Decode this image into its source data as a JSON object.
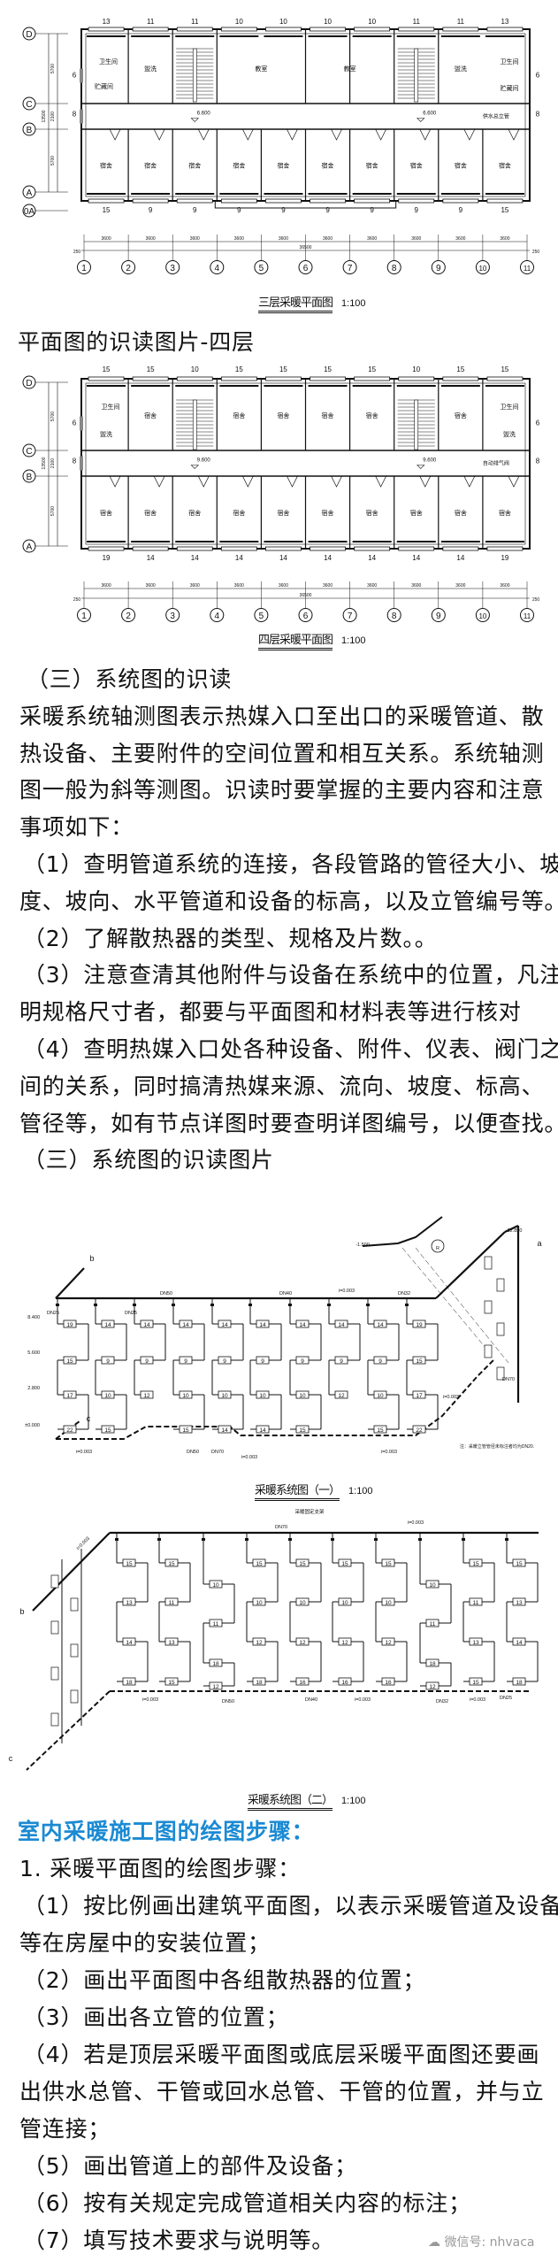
{
  "plan3": {
    "caption": "三层采暖平面图",
    "scale": "1:100",
    "top_radiators": [
      "13",
      "11",
      "11",
      "10",
      "10",
      "10",
      "10",
      "11",
      "11",
      "13"
    ],
    "bottom_radiators": [
      "15",
      "9",
      "9",
      "9",
      "9",
      "9",
      "9",
      "9",
      "9",
      "15"
    ],
    "side_radiators": [
      "6",
      "8",
      "6",
      "8"
    ],
    "north_rooms": [
      "卫生间",
      "贮藏间",
      "盥洗",
      "教室",
      "教室",
      "盥洗",
      "卫生间",
      "贮藏间"
    ],
    "south_rooms": [
      "宿舍",
      "宿舍",
      "宿舍",
      "宿舍",
      "宿舍",
      "宿舍",
      "宿舍",
      "宿舍",
      "宿舍",
      "宿舍"
    ],
    "elevations": [
      "6.600",
      "6.600"
    ],
    "riser_note": "供水总立管",
    "row_axes": [
      "D",
      "C",
      "B",
      "A",
      "0A"
    ],
    "col_axes": [
      "1",
      "2",
      "3",
      "4",
      "5",
      "6",
      "7",
      "8",
      "9",
      "10",
      "11"
    ],
    "bay_dims": [
      "3600",
      "3600",
      "3600",
      "3600",
      "3600",
      "3600",
      "3600",
      "3600",
      "3600",
      "3600"
    ],
    "total_dim": "36500",
    "end_dims": [
      "250",
      "250"
    ],
    "vert_dims": [
      "5700",
      "2100",
      "5700"
    ],
    "vert_total": "13500"
  },
  "heading_plan4": "平面图的识读图片-四层",
  "plan4": {
    "caption": "四层采暖平面图",
    "scale": "1:100",
    "top_radiators": [
      "15",
      "15",
      "10",
      "15",
      "15",
      "15",
      "15",
      "10",
      "15",
      "15"
    ],
    "bottom_radiators": [
      "19",
      "14",
      "14",
      "14",
      "14",
      "14",
      "14",
      "14",
      "14",
      "19"
    ],
    "side_radiators": [
      "6",
      "8",
      "6",
      "8"
    ],
    "north_rooms": [
      "卫生间",
      "盥洗",
      "宿舍",
      "宿舍",
      "宿舍",
      "宿舍",
      "宿舍",
      "宿舍",
      "卫生间",
      "盥洗"
    ],
    "south_rooms": [
      "宿舍",
      "宿舍",
      "宿舍",
      "宿舍",
      "宿舍",
      "宿舍",
      "宿舍",
      "宿舍",
      "宿舍",
      "宿舍"
    ],
    "elevations": [
      "9.600",
      "9.600"
    ],
    "riser_note": "自动排气阀",
    "row_axes": [
      "D",
      "C",
      "B",
      "A"
    ],
    "col_axes": [
      "1",
      "2",
      "3",
      "4",
      "5",
      "6",
      "7",
      "8",
      "9",
      "10",
      "11"
    ],
    "bay_dims": [
      "3600",
      "3600",
      "3600",
      "3600",
      "3600",
      "3600",
      "3600",
      "3600",
      "3600",
      "3600"
    ],
    "total_dim": "36500",
    "end_dims": [
      "250",
      "250"
    ],
    "vert_dims": [
      "5700",
      "2100",
      "5700"
    ],
    "vert_total": "13500"
  },
  "text1": {
    "lines": [
      "（三）系统图的识读",
      "采暖系统轴测图表示热媒入口至出口的采暖管道、散",
      "热设备、主要附件的空间位置和相互关系。系统轴测",
      "图一般为斜等测图。识读时要掌握的主要内容和注意",
      "事项如下：",
      "（1）查明管道系统的连接，各段管路的管径大小、坡",
      "度、坡向、水平管道和设备的标高，以及立管编号等。",
      "（2）了解散热器的类型、规格及片数。。",
      "（3）注意查清其他附件与设备在系统中的位置，凡注",
      "明规格尺寸者，都要与平面图和材料表等进行核对",
      "（4）查明热媒入口处各种设备、附件、仪表、阀门之",
      "间的关系，同时搞清热媒来源、流向、坡度、标高、",
      "管径等，如有节点详图时要查明详图编号，以便查找。",
      "（三）系统图的识读图片"
    ]
  },
  "sys1": {
    "caption": "采暖系统图（一）",
    "scale": "1:100",
    "columns": [
      [
        "19",
        "15",
        "17",
        "22"
      ],
      [
        "14",
        "9",
        "10",
        "15"
      ],
      [
        "14",
        "9",
        "12"
      ],
      [
        "14",
        "9",
        "10",
        "15"
      ],
      [
        "14",
        "9",
        "10",
        "14"
      ],
      [
        "14",
        "9",
        "10",
        "14"
      ],
      [
        "14",
        "9",
        "10",
        "15"
      ],
      [
        "14",
        "9",
        "12"
      ],
      [
        "14",
        "9",
        "10",
        "15"
      ],
      [
        "19",
        "15",
        "17",
        "22"
      ]
    ],
    "labels": [
      "DN50",
      "DN40",
      "i=0.003",
      "DN32",
      "b",
      "a",
      "R",
      "c",
      "i=0.003",
      "i=0.003",
      "i=0.003",
      "i=0.003",
      "8.400",
      "5.600",
      "2.800",
      "±0.000",
      "DN25",
      "DN25",
      "DN50",
      "DN70",
      "-1.500",
      "DN70",
      "12.850"
    ],
    "note": "注：采暖立管管径未标注者均为DN20."
  },
  "sys2": {
    "caption": "采暖系统图（二）",
    "scale": "1:100",
    "columns": [
      [
        "15",
        "13",
        "14",
        "18"
      ],
      [
        "15",
        "11",
        "13",
        "15"
      ],
      [
        "10",
        "11",
        "18",
        "12"
      ],
      [
        "15",
        "10",
        "12",
        "18"
      ],
      [
        "15",
        "10",
        "12",
        "16"
      ],
      [
        "15",
        "10",
        "12",
        "16"
      ],
      [
        "15",
        "10",
        "12",
        "16"
      ],
      [
        "10",
        "11",
        "18",
        "12"
      ],
      [
        "15",
        "11",
        "13",
        "15"
      ],
      [
        "15",
        "13",
        "14",
        "18"
      ]
    ],
    "labels": [
      "采暖固定支架",
      "DN70",
      "i=0.003",
      "i=0.003",
      "b",
      "i=0.003",
      "i=0.003",
      "i=0.003",
      "DN50",
      "DN40",
      "DN32",
      "DN25",
      "c"
    ]
  },
  "text2": {
    "heading": "室内采暖施工图的绘图步骤：",
    "lines": [
      "1.  采暖平面图的绘图步骤：",
      "（1）按比例画出建筑平面图，以表示采暖管道及设备",
      "等在房屋中的安装位置；",
      "（2）画出平面图中各组散热器的位置；",
      "（3）画出各立管的位置；",
      "（4）若是顶层采暖平面图或底层采暖平面图还要画",
      "出供水总管、干管或回水总管、干管的位置，并与立",
      "管连接；",
      "（5）画出管道上的部件及设备；",
      "（6）按有关规定完成管道相关内容的标注；",
      "（7）填写技术要求与说明等。"
    ]
  },
  "watermark": "微信号: nhvaca"
}
